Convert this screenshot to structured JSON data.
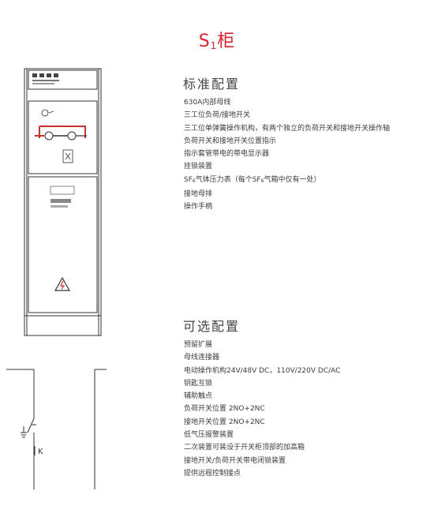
{
  "title": {
    "main": "S",
    "sub": "1",
    "suffix": "柜"
  },
  "standard": {
    "heading": "标准配置",
    "items": [
      "630A内部母线",
      "三工位负荷/接地开关",
      "三工位单弹簧操作机构，有两个独立的负荷开关和接地开关操作轴",
      "负荷开关和接地开关位置指示",
      "指示套管带电的带电显示器",
      "挂锁装置",
      "接地母排",
      "操作手柄"
    ],
    "sf6_item": {
      "a": "SF",
      "b": "6",
      "c": "气体压力表（每个SF",
      "d": "6",
      "e": "气箱中仅有一处）"
    }
  },
  "optional": {
    "heading": "可选配置",
    "items": [
      "预留扩展",
      "母线连接器",
      "电动操作机构24V/48V DC，110V/220V DC/AC",
      "钥匙互锁",
      "辅助触点",
      "负荷开关位置 2NO+2NC",
      "接地开关位置 2NO+2NC",
      "低气压报警装置",
      "二次装置可装设于开关柜顶部的加高箱",
      "接地开关/负荷开关带电闭锁装置",
      "提供远程控制接点"
    ]
  },
  "colors": {
    "title": "#d8232a",
    "line": "#333333",
    "accent": "#c9302c"
  }
}
